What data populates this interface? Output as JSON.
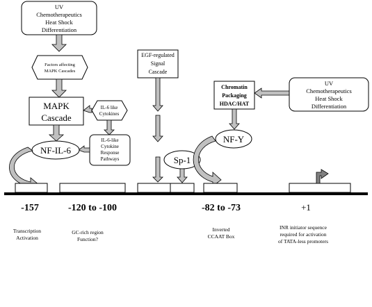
{
  "top_stimuli": {
    "line1": "UV",
    "line2": "Chemotherapeutics",
    "line3": "Heat Shock",
    "line4": "Differentiation"
  },
  "mapk_factors": {
    "line1": "Factors affecting",
    "line2": "MAPK Cascades"
  },
  "mapk_cascade": {
    "line1": "MAPK",
    "line2": "Cascade"
  },
  "il6_cytokines": {
    "line1": "IL-6 like",
    "line2": "Cytokines"
  },
  "il6_pathways": {
    "line1": "IL-6-like",
    "line2": "Cytokine",
    "line3": "Response",
    "line4": "Pathways"
  },
  "nf_il6": "NF-IL-6",
  "egf": {
    "line1": "EGF-regulated",
    "line2": "Signal",
    "line3": "Cascade"
  },
  "sp1": "Sp-1",
  "chromatin": {
    "line1": "Chromatin",
    "line2": "Packaging",
    "line3": "HDAC/HAT"
  },
  "right_stimuli": {
    "line1": "UV",
    "line2": "Chemotherapeutics",
    "line3": "Heat Shock",
    "line4": "Differentiation"
  },
  "nfy": "NF-Y",
  "positions": {
    "p1": "-157",
    "p2": "-120 to -100",
    "p3": "-82 to -73",
    "p4": "+1"
  },
  "captions": {
    "c1": {
      "line1": "Transcription",
      "line2": "Activation"
    },
    "c2": {
      "line1": "GC-rich region",
      "line2": "Function?"
    },
    "c3": {
      "line1": "Inverted",
      "line2": "CCAAT Box"
    },
    "c4": {
      "line1": "INR initiator sequence",
      "line2": "required for activation",
      "line3": "of TATA-less promoters"
    }
  },
  "colors": {
    "arrow_fill": "#c0c0c0",
    "line": "#000000",
    "background": "#ffffff"
  }
}
